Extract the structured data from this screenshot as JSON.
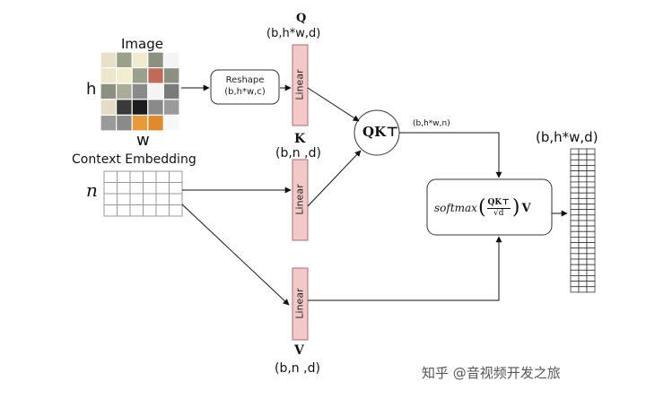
{
  "image_block": {
    "title": "Image",
    "h_label": "h",
    "w_label": "w",
    "grid_colors": [
      [
        "#e8e0c8",
        "#9aa08a",
        "#f1ebcf",
        "#8c9080",
        "#f4f4f4"
      ],
      [
        "#ece6cc",
        "#f3edd0",
        "#9aa08a",
        "#c06a5a",
        "#8c9080"
      ],
      [
        "#8c9080",
        "#a8ac98",
        "#8a8a8a",
        "#f4f4f4",
        "#7a7a7a"
      ],
      [
        "#e4dcc4",
        "#3a3a3a",
        "#1c1c1c",
        "#8a8a8a",
        "#9a9a9a"
      ],
      [
        "#9a9a9a",
        "#8a8a8a",
        "#e89a3a",
        "#e08a2a",
        "#f7f7f7"
      ]
    ]
  },
  "reshape": {
    "line1": "Reshape",
    "line2": "(b,h*w,c)"
  },
  "context": {
    "title": "Context Embedding",
    "n_label": "n"
  },
  "linear_label": "Linear",
  "q": {
    "letter": "Q",
    "shape": "(b,h*w,d)"
  },
  "k": {
    "letter": "K",
    "shape": "(b,n ,d)"
  },
  "v": {
    "letter": "V",
    "shape": "(b,n ,d)"
  },
  "qk": {
    "label": "QK⊤",
    "shape": "(b,h*w,n)"
  },
  "softmax": {
    "func": "softmax",
    "numerator": "QK⊤",
    "denominator": "√d",
    "value": "V"
  },
  "output": {
    "shape": "(b,h*w,d)"
  },
  "watermark": "知乎 @音视频开发之旅",
  "colors": {
    "linear_fill": "#f2c8c8",
    "linear_stroke": "#b06a6a",
    "grid_line": "#9a9a9a",
    "arrow": "#111111"
  }
}
